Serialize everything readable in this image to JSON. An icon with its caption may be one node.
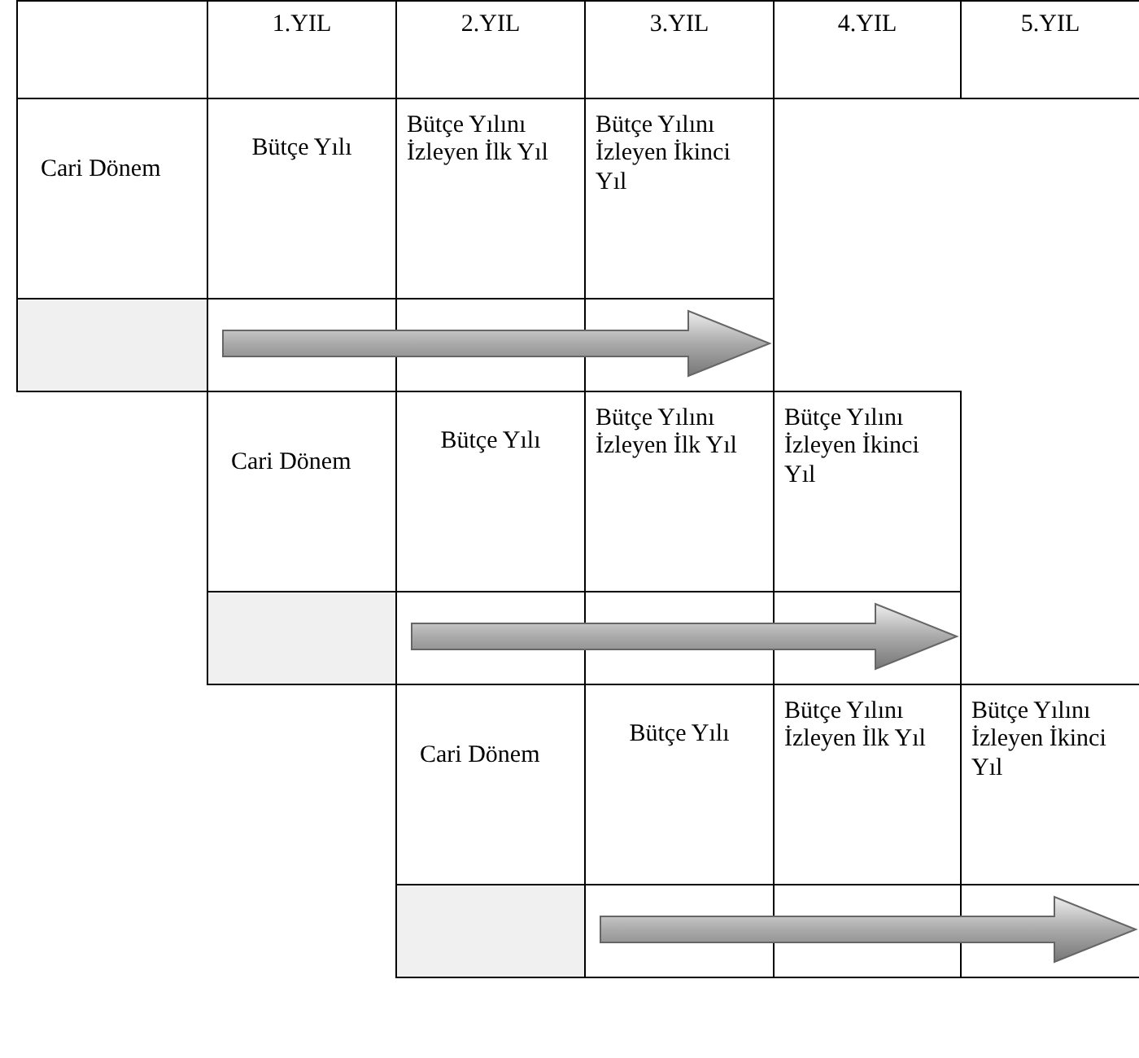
{
  "diagram": {
    "labels": [
      "1.YIL",
      "2.YIL",
      "3.YIL",
      "4.YIL",
      "5.YIL",
      "Cari Dönem",
      "Bütçe Yılı",
      "Bütçe Yılını İzleyen İlk Yıl",
      "Bütçe Yılını İzleyen İkinci Yıl",
      "Cari Dönem",
      "Bütçe Yılı",
      "Bütçe Yılını İzleyen İlk Yıl",
      "Bütçe Yılını İzleyen İkinci Yıl",
      "Cari Dönem",
      "Bütçe Yılı",
      "Bütçe Yılını İzleyen İlk Yıl",
      "Bütçe Yılını İzleyen İkinci Yıl"
    ]
  }
}
